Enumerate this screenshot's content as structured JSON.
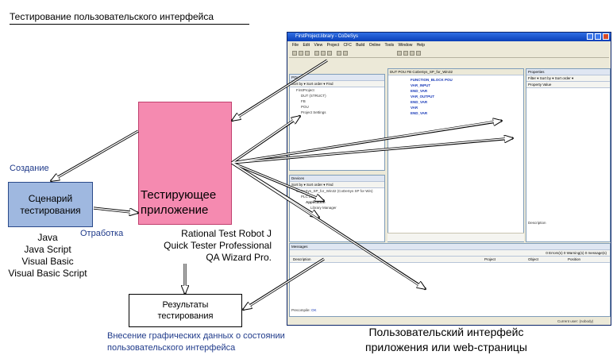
{
  "title": "Тестирование пользовательского интерфейса",
  "labels": {
    "creation": "Создание",
    "processing": "Отработка"
  },
  "scenario": {
    "line1": "Сценарий",
    "line2": "тестирования"
  },
  "languages": [
    "Java",
    "Java Script",
    "Visual Basic",
    "Visual Basic Script"
  ],
  "app": {
    "line1": "Тестирующее",
    "line2": "приложение"
  },
  "tools": [
    "Rational Test Robot J",
    "Quick Tester Professional",
    "QA Wizard Pro."
  ],
  "results": {
    "line1": "Результаты",
    "line2": "тестирования"
  },
  "bottom_note": {
    "line1": "Внесение графических данных о состоянии",
    "line2": "пользовательского интерфейса"
  },
  "ui_caption": {
    "line1": "Пользовательский интерфейс",
    "line2": "приложения или  web-страницы"
  },
  "window": {
    "title": "FirstProject.library - CoDeSys",
    "menu": "File  Edit  View  Project  CFC  Build  Online  Tools  Window  Help",
    "pous_pane": "POUs",
    "pous_toolbar": "Sort by ▾  Sort order ▾  Find",
    "tree_items": [
      "FirstProject",
      "DUT (STRUCT)",
      "FB",
      "POU",
      "Project Settings"
    ],
    "editor_tabs": "DUT    POU    FB    CoDeSys_SP_for_Win32",
    "code_lines": [
      "FUNCTION_BLOCK POU",
      "VAR_INPUT",
      "END_VAR",
      "VAR_OUTPUT",
      "END_VAR",
      "VAR",
      "END_VAR"
    ],
    "devices_pane": "Devices",
    "devices_items": [
      "CoDeSys_SP_for_Win32 (CoDeSys SP for Win)",
      "PLC Logic",
      "Application",
      "Library Manager"
    ],
    "properties_pane": "Properties",
    "properties_toolbar": "Filter ▾  Sort by ▾  Sort order ▾",
    "properties_cols": "Property    Value",
    "description": "Description",
    "messages_pane": "Messages",
    "messages_filter": "0 Errors(s)   0 Warning(s)   0 message(s)",
    "messages_cols": [
      "Description",
      "Project",
      "Object",
      "Position"
    ],
    "status_left": "Precompile:",
    "status_ok": "OK",
    "status_right": "Current user: (nobody)"
  }
}
